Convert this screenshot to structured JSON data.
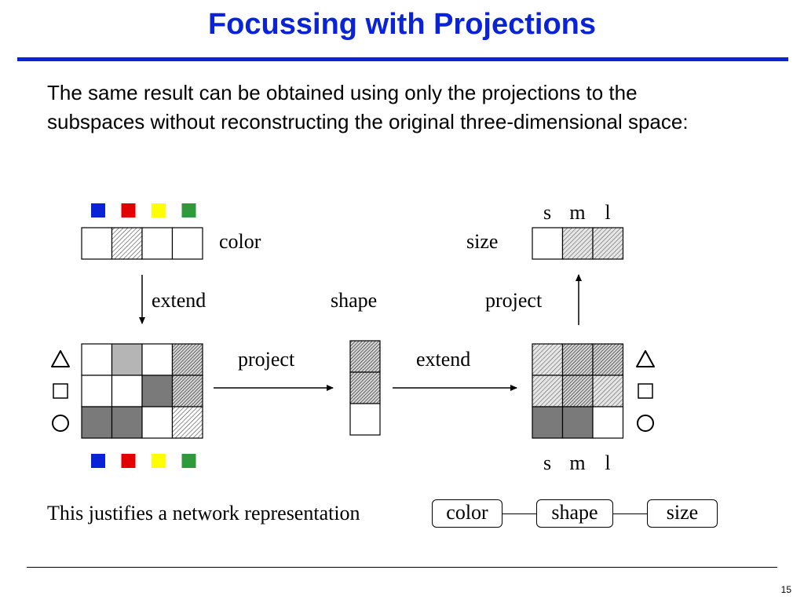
{
  "slide": {
    "title": "Focussing with Projections",
    "intro": "The same result can be obtained using only the projections to the subspaces without reconstructing the original three-dimensional space:",
    "page_number": "15"
  },
  "diagram": {
    "color_label": "color",
    "size_label": "size",
    "shape_label": "shape",
    "extend_label_left": "extend",
    "project_label_top": "project",
    "project_label_middle": "project",
    "extend_label_middle": "extend",
    "size_columns_top": [
      "s",
      "m",
      "l"
    ],
    "size_columns_bottom": [
      "s",
      "m",
      "l"
    ],
    "swatch_colors": [
      "#0a23d6",
      "#e20000",
      "#ffff00",
      "#2e9a3c"
    ],
    "shape_symbols": [
      "triangle-icon",
      "square-icon",
      "circle-icon"
    ],
    "color_vector": [
      "white",
      "hatched",
      "white",
      "white"
    ],
    "size_vector": [
      "white",
      "hatched-gray",
      "hatched-gray"
    ],
    "shape_vector": [
      "hatched-dark",
      "hatched-dark",
      "white"
    ],
    "left_matrix": [
      [
        "white",
        "lightgray",
        "white",
        "hatched-dark"
      ],
      [
        "white",
        "white",
        "darkgray",
        "hatched-dark"
      ],
      [
        "darkgray",
        "darkgray",
        "white",
        "hatched"
      ]
    ],
    "right_matrix": [
      [
        "hatched-gray",
        "hatched-dark",
        "hatched-dark"
      ],
      [
        "hatched-gray",
        "hatched-dark",
        "hatched-gray"
      ],
      [
        "darkgray",
        "darkgray",
        "white"
      ]
    ]
  },
  "network": {
    "label": "This justifies a network representation",
    "nodes": [
      "color",
      "shape",
      "size"
    ]
  }
}
